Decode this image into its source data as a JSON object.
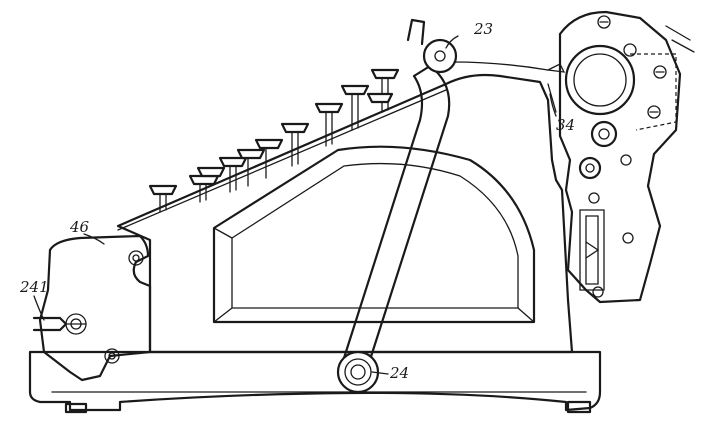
{
  "figure": {
    "labels": {
      "ref_23": "23",
      "ref_34": "34",
      "ref_46": "46",
      "ref_241": "241",
      "ref_24": "24"
    }
  }
}
